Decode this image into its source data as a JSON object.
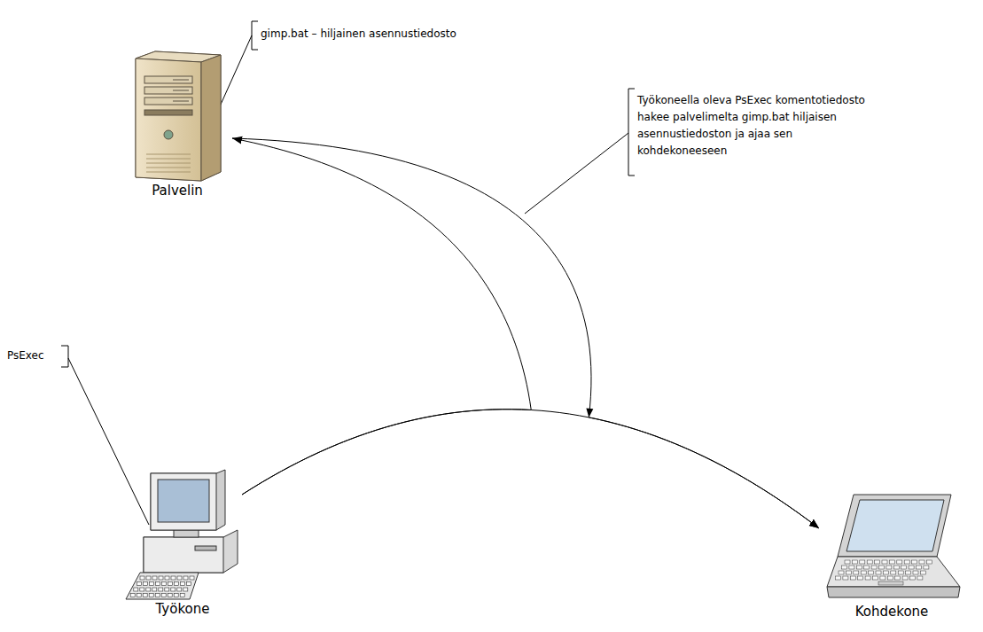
{
  "diagram": {
    "nodes": [
      {
        "text": [
          "Palvelin"
        ]
      },
      {
        "text": [
          "Työkone"
        ]
      },
      {
        "text": [
          "Kohdekone"
        ]
      }
    ],
    "edges": [
      {
        "from": 1,
        "to": 2,
        "arrow": "to"
      },
      {
        "from": 1,
        "to": 0,
        "arrow": "to"
      },
      {
        "from": 0,
        "to": 2,
        "arrow": "to"
      }
    ],
    "labels": [
      "gimp.bat – hiljainen asennustiedosto",
      "PsExec",
      "Työkoneella oleva PsExec komentotiedosto hakee palvelimelta gimp.bat hiljaisen asennustiedoston ja ajaa sen kohdekoneeseen"
    ]
  }
}
